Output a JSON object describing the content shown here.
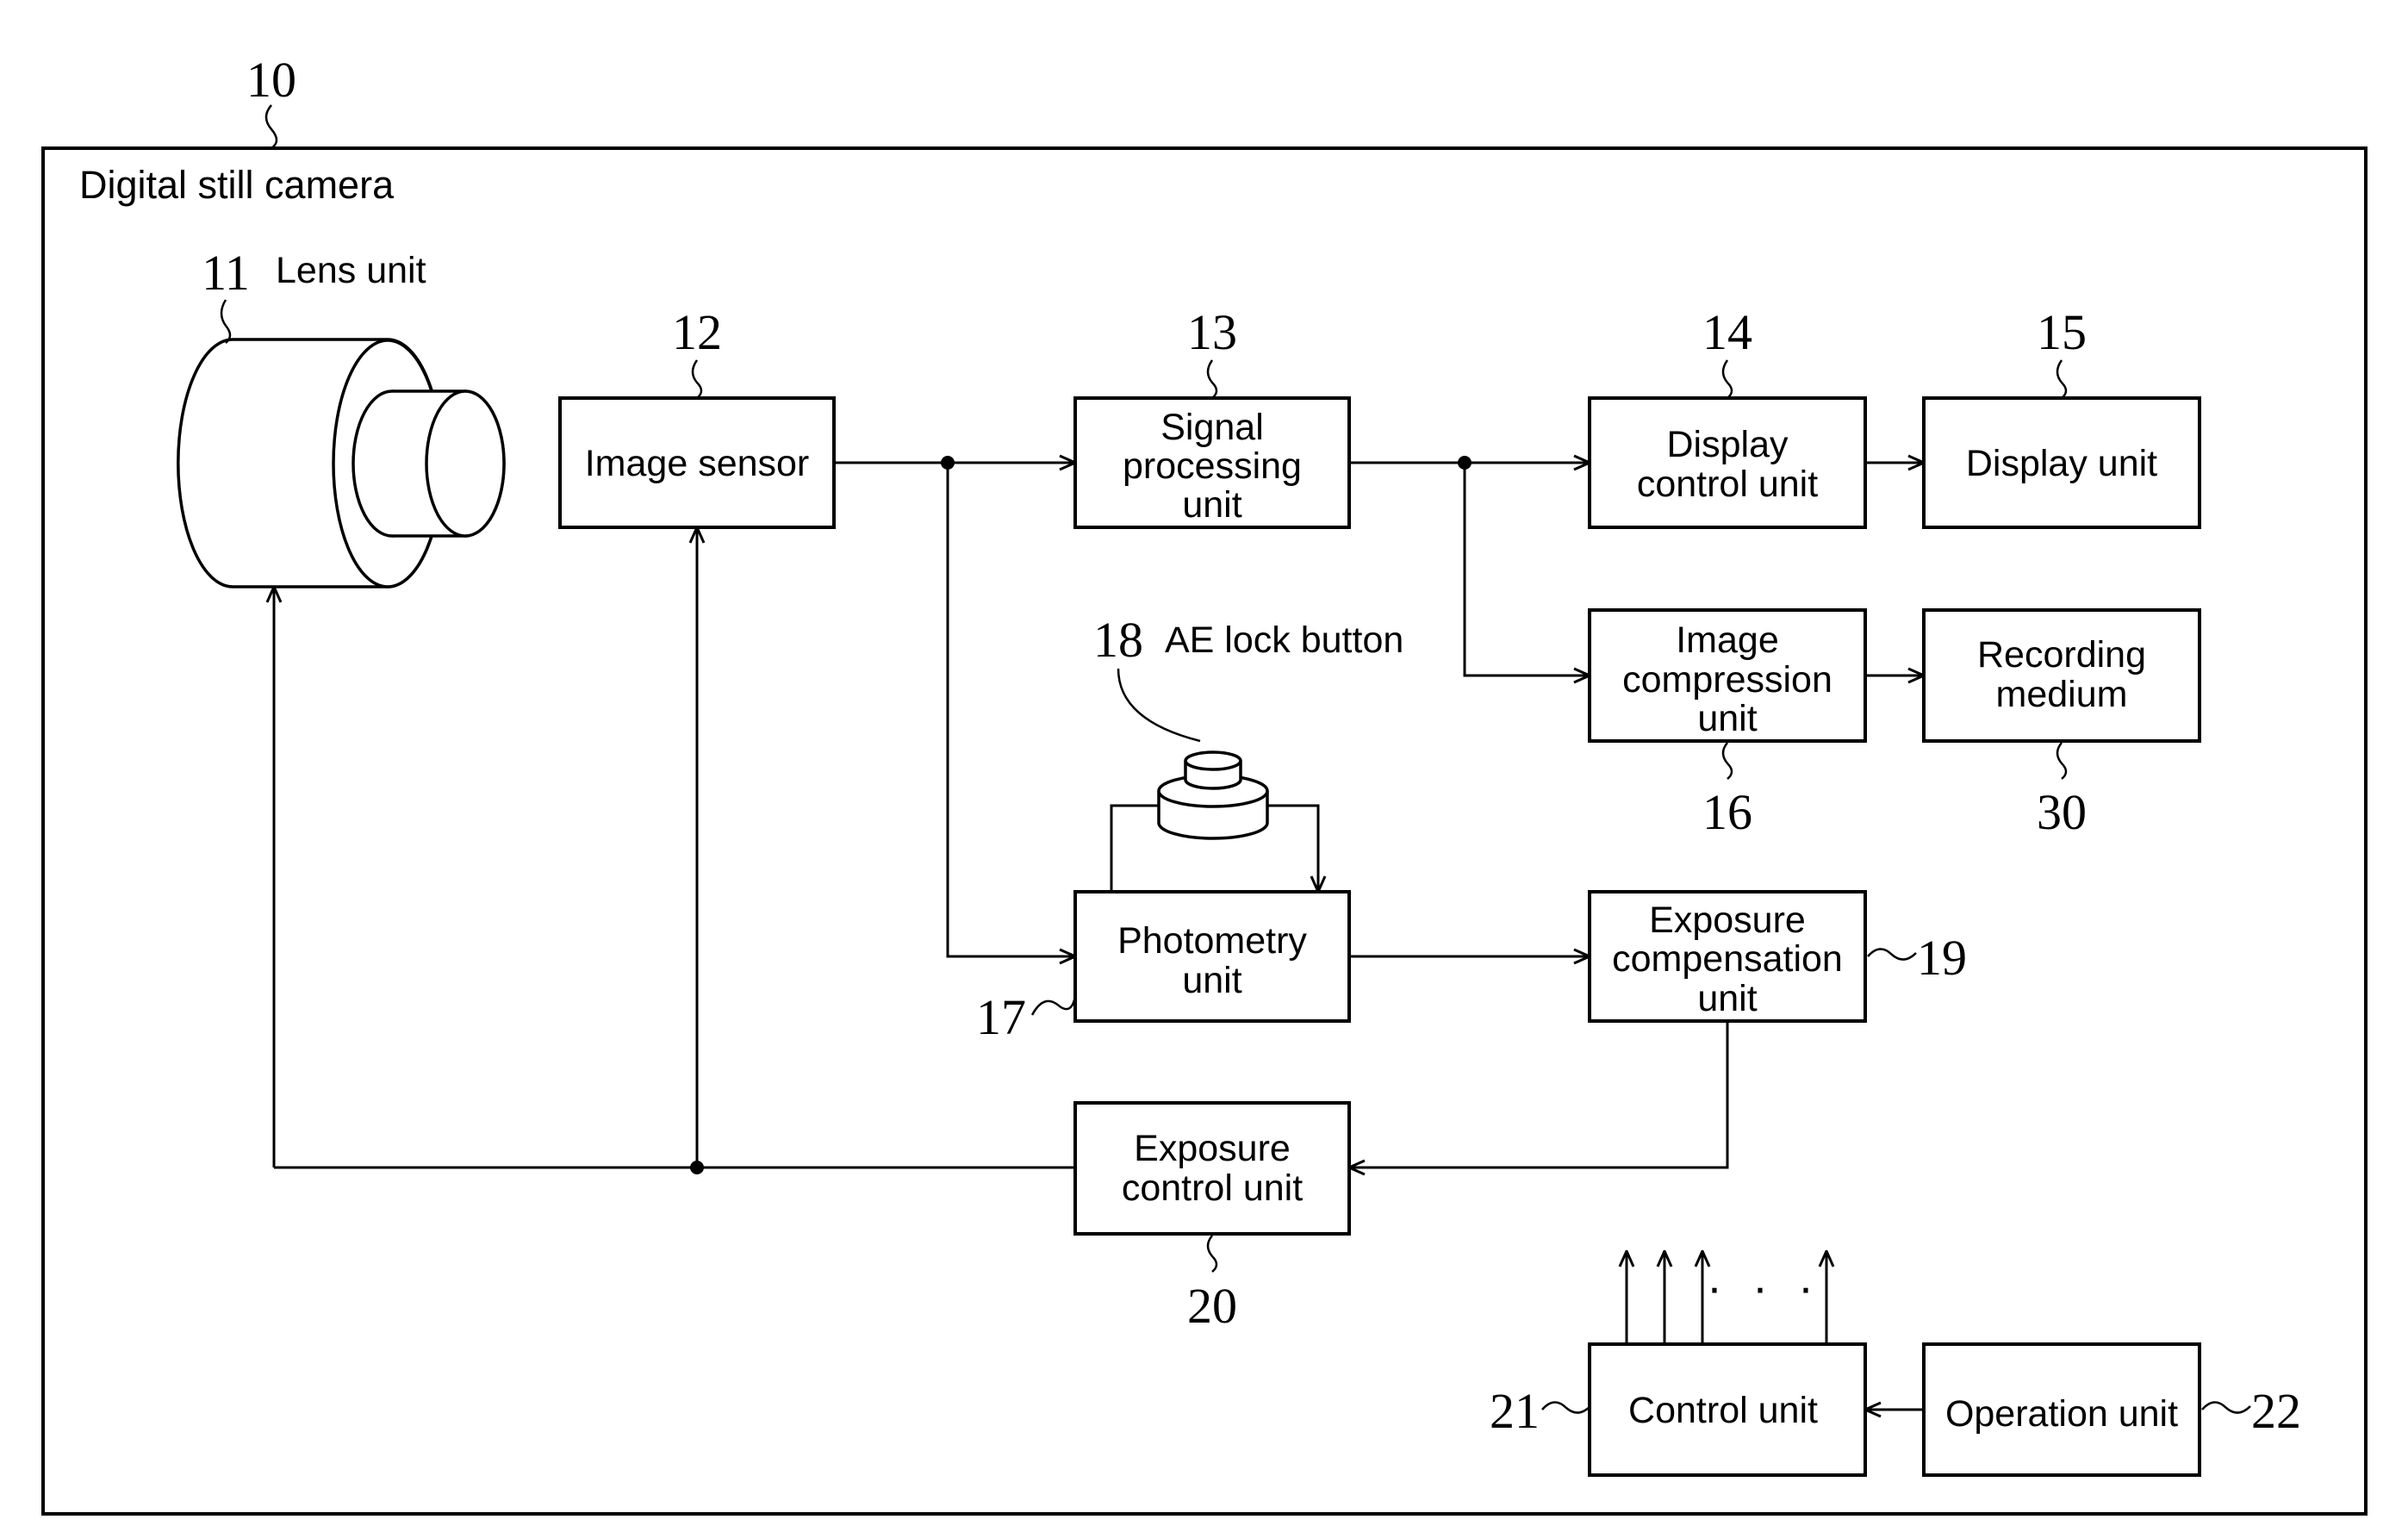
{
  "figure": {
    "ref": "10",
    "title": "Digital still camera"
  },
  "lens": {
    "ref": "11",
    "label": "Lens unit"
  },
  "image_sensor": {
    "ref": "12",
    "label": "Image sensor"
  },
  "signal_processing": {
    "ref": "13",
    "lines": [
      "Signal",
      "processing",
      "unit"
    ]
  },
  "display_control": {
    "ref": "14",
    "lines": [
      "Display",
      "control unit"
    ]
  },
  "display_unit": {
    "ref": "15",
    "label": "Display unit"
  },
  "image_compression": {
    "ref": "16",
    "lines": [
      "Image",
      "compression",
      "unit"
    ]
  },
  "photometry": {
    "ref": "17",
    "lines": [
      "Photometry",
      "unit"
    ]
  },
  "ae_lock": {
    "ref": "18",
    "label": "AE lock button"
  },
  "exposure_compensation": {
    "ref": "19",
    "lines": [
      "Exposure",
      "compensation",
      "unit"
    ]
  },
  "exposure_control": {
    "ref": "20",
    "lines": [
      "Exposure",
      "control unit"
    ]
  },
  "control_unit": {
    "ref": "21",
    "label": "Control unit",
    "ellipsis": "· · ·"
  },
  "operation_unit": {
    "ref": "22",
    "label": "Operation unit"
  },
  "recording_medium": {
    "ref": "30",
    "lines": [
      "Recording",
      "medium"
    ]
  }
}
